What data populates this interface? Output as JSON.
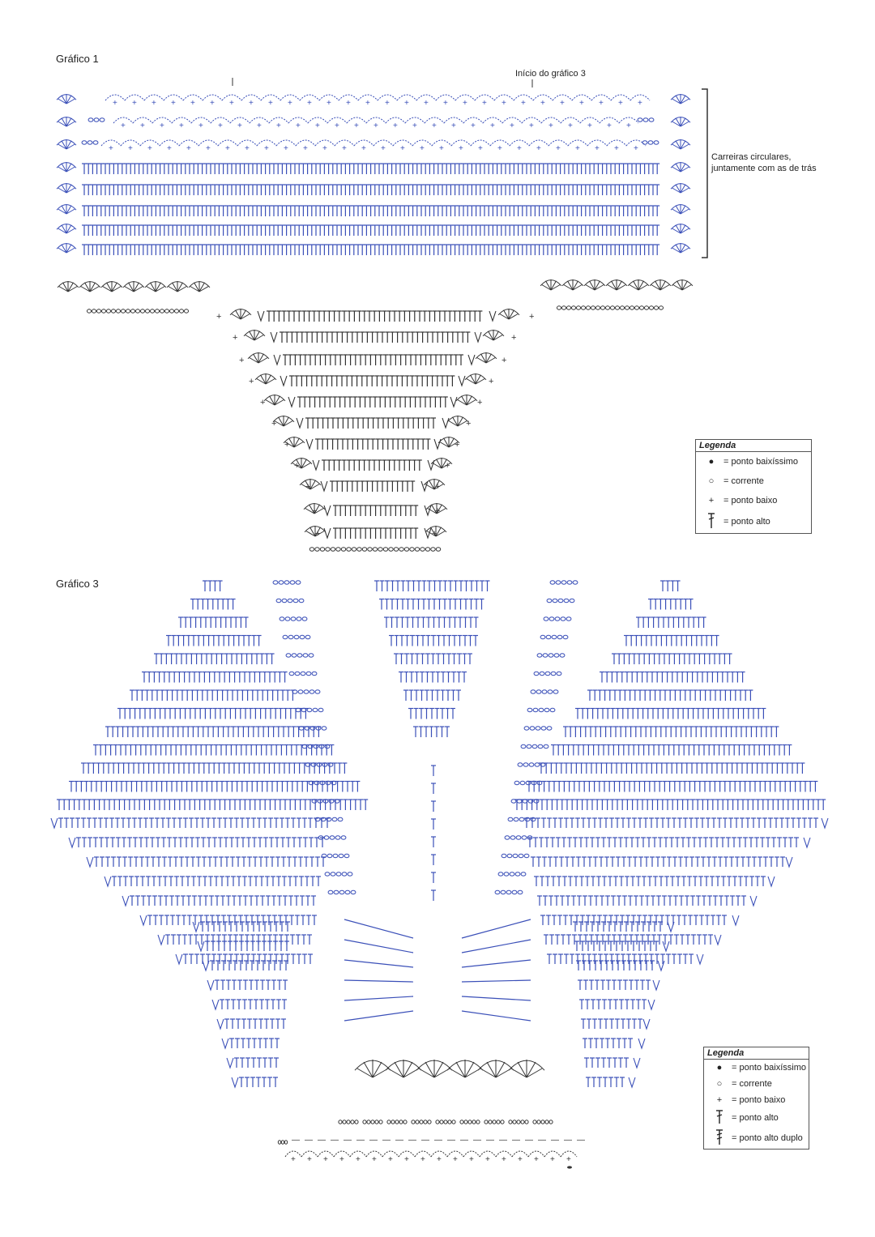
{
  "chart1": {
    "title": "Gráfico 1",
    "start_marker_label": "Início do gráfico 3",
    "bracket_note_line1": "Carreiras circulares,",
    "bracket_note_line2": "juntamente com as de trás"
  },
  "chart3": {
    "title": "Gráfico 3"
  },
  "legend1": {
    "title": "Legenda",
    "items": [
      {
        "symbol": "ponto-baixissimo-icon",
        "label": "= ponto baixíssimo"
      },
      {
        "symbol": "corrente-icon",
        "label": "= corrente"
      },
      {
        "symbol": "ponto-baixo-icon",
        "label": "= ponto baixo"
      },
      {
        "symbol": "ponto-alto-icon",
        "label": "= ponto alto"
      }
    ]
  },
  "legend2": {
    "title": "Legenda",
    "items": [
      {
        "symbol": "ponto-baixissimo-icon",
        "label": "= ponto baixíssimo"
      },
      {
        "symbol": "corrente-icon",
        "label": "= corrente"
      },
      {
        "symbol": "ponto-baixo-icon",
        "label": "= ponto baixo"
      },
      {
        "symbol": "ponto-alto-icon",
        "label": "= ponto alto"
      },
      {
        "symbol": "ponto-alto-duplo-icon",
        "label": "= ponto alto duplo"
      }
    ]
  },
  "colors": {
    "stitch_blue": "#3a4fb8",
    "stitch_dark": "#333333",
    "text": "#222222"
  }
}
